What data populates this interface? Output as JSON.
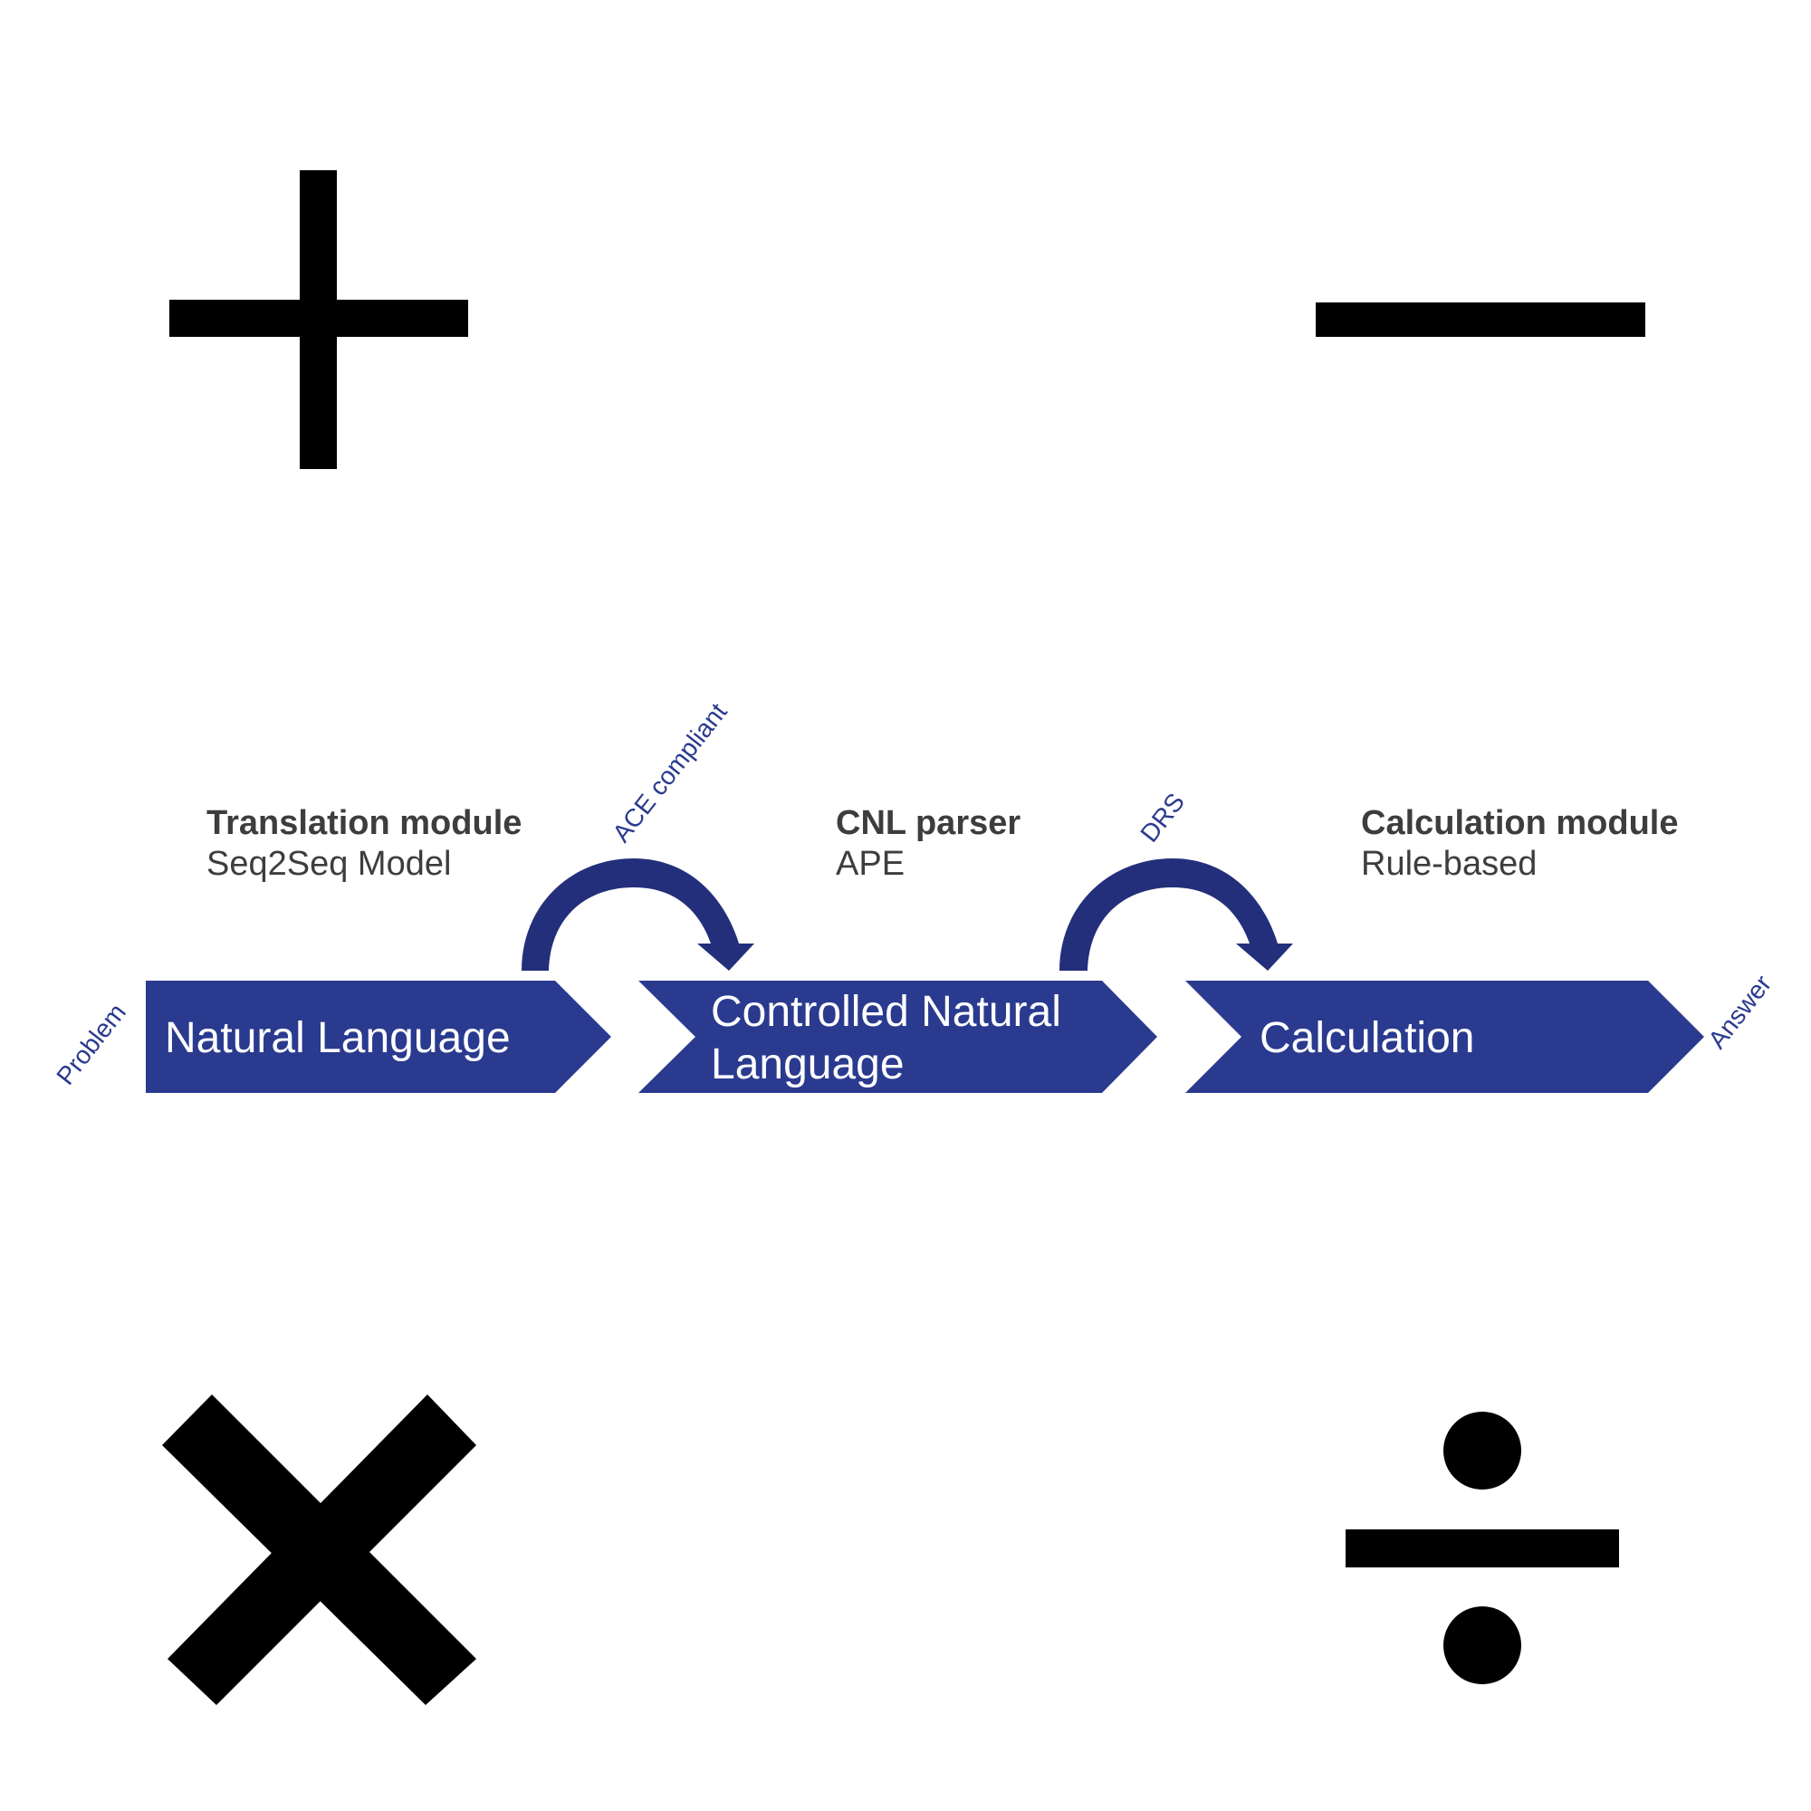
{
  "colors": {
    "chevron": "#2a3a8f",
    "arc": "#232f7a",
    "symbol": "#000000",
    "label_text": "#3d3d3d",
    "rotated_text": "#2a3a8f",
    "chevron_text": "#ffffff"
  },
  "symbols": {
    "plus": "plus-icon",
    "minus": "minus-icon",
    "times": "times-icon",
    "divide": "divide-icon"
  },
  "modules": [
    {
      "title": "Translation module",
      "subtitle": "Seq2Seq Model"
    },
    {
      "title": "CNL parser",
      "subtitle": "APE"
    },
    {
      "title": "Calculation module",
      "subtitle": "Rule-based"
    }
  ],
  "stages": [
    {
      "line1": "Natural Language",
      "line2": ""
    },
    {
      "line1": "Controlled Natural",
      "line2": "Language"
    },
    {
      "line1": "Calculation",
      "line2": ""
    }
  ],
  "flow_labels": {
    "input": "Problem",
    "arc1": "ACE compliant",
    "arc2": "DRS",
    "output": "Answer"
  }
}
